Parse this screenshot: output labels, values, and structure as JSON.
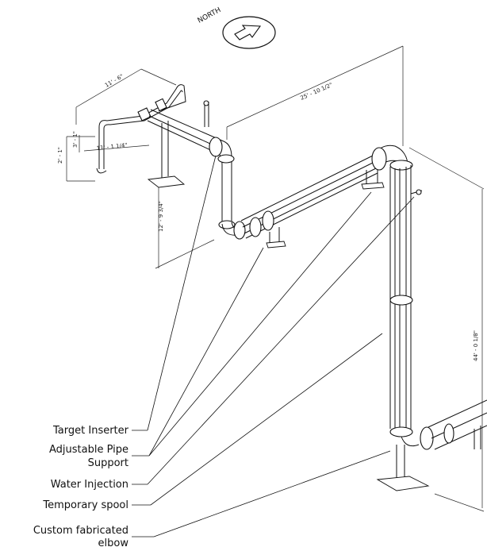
{
  "compass": {
    "label": "NORTH"
  },
  "dimensions": {
    "d1": "11' - 6\"",
    "d2": "25' - 10 1/2\"",
    "d3": "2' - 1\"",
    "d4": "3' - 1\"",
    "d5": "11' - 1 1/4\"",
    "d6": "12' - 9 3/4\"",
    "d7": "44' - 0 1/8\""
  },
  "callouts": {
    "target_inserter": "Target Inserter",
    "adjustable_line1": "Adjustable Pipe",
    "adjustable_line2": "Support",
    "water_injection": "Water  Injection",
    "temporary_spool": "Temporary spool",
    "custom_line1": "Custom fabricated",
    "custom_line2": "elbow"
  }
}
